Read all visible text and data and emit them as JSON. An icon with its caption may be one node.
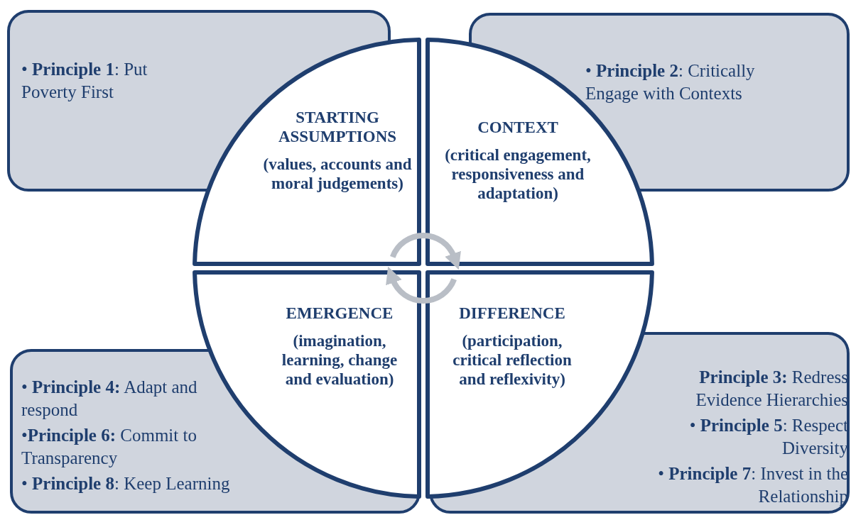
{
  "diagram": {
    "nodes": [
      {
        "text": [
          "• **Principle 1**: Put Poverty First"
        ]
      },
      {
        "text": [
          "• **Principle 2**: Critically Engage with Contexts"
        ]
      },
      {
        "text": [
          "STARTING ASSUMPTIONS",
          "(values, accounts and moral judgements)"
        ]
      },
      {
        "text": [
          "CONTEXT",
          "(critical engagement, responsiveness and adaptation)"
        ]
      },
      {
        "text": [
          "EMERGENCE",
          "(imagination, learning, change and evaluation)"
        ]
      },
      {
        "text": [
          "DIFFERENCE",
          "(participation, critical reflection and reflexivity)"
        ]
      },
      {
        "text": [
          "• **Principle 4:** Adapt and respond",
          "•**Principle 6:** Commit to Transparency",
          "• **Principle 8**: Keep Learning"
        ]
      },
      {
        "text": [
          "**Principle 3:** Redress Evidence Hierarchies",
          "• **Principle 5**: Respect Diversity",
          "• **Principle 7**: Invest in the Relationship"
        ]
      }
    ],
    "edges": [
      {
        "from": 2,
        "to": 3,
        "arrow": "to"
      },
      {
        "from": 5,
        "to": 4,
        "arrow": "to"
      }
    ]
  }
}
